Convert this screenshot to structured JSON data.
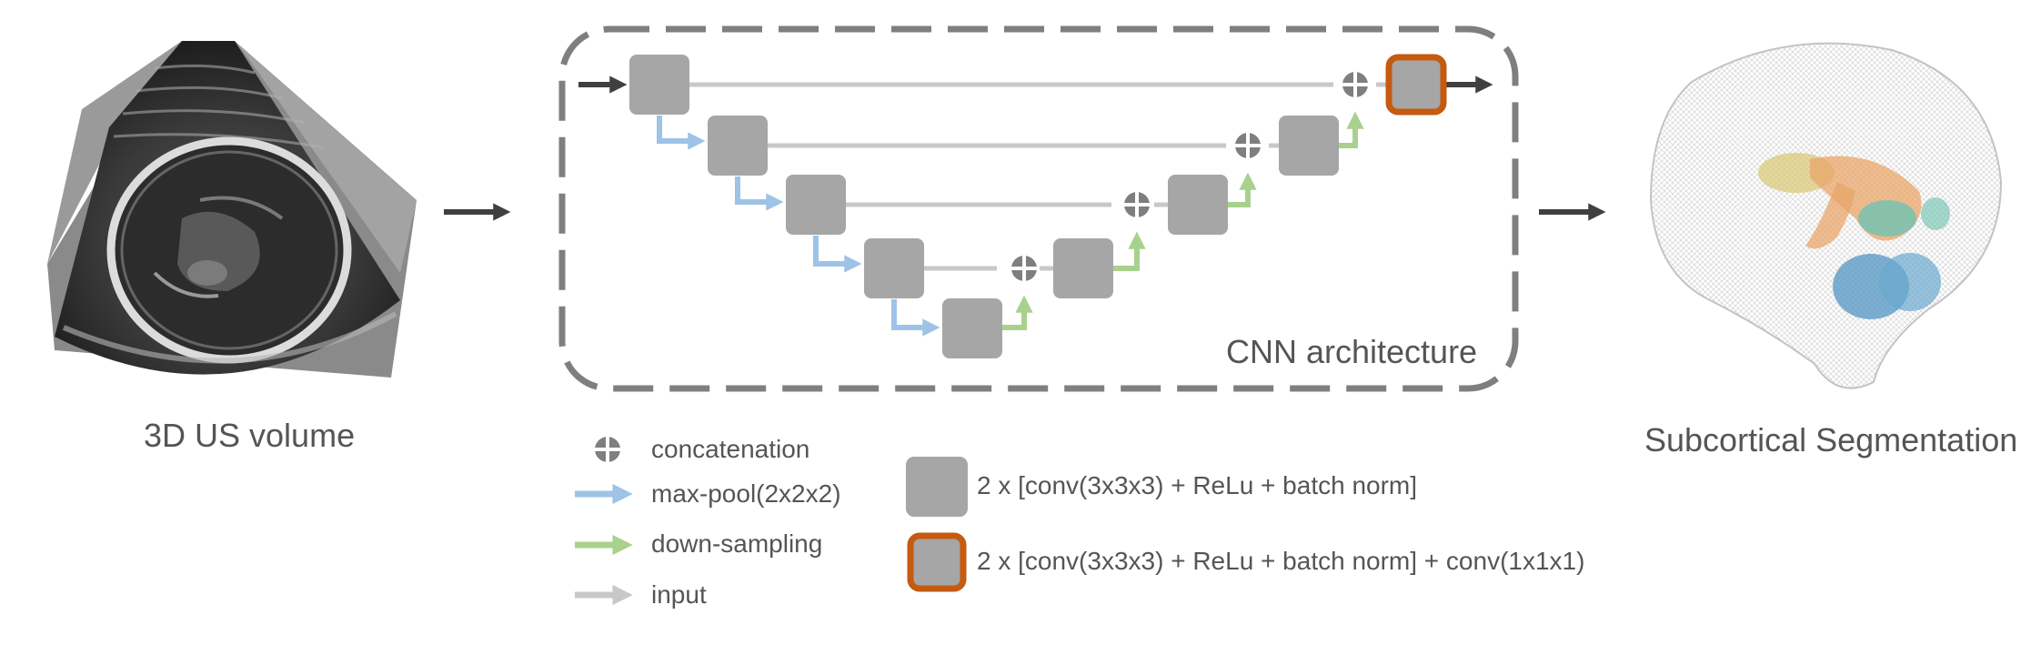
{
  "captions": {
    "input": "3D US volume",
    "architecture": "CNN architecture",
    "output": "Subcortical Segmentation"
  },
  "legend": {
    "concatenation": "concatenation",
    "maxpool": "max-pool(2x2x2)",
    "downsampling": "down-sampling",
    "input": "input",
    "block": "2 x [conv(3x3x3)  + ReLu + batch norm]",
    "final_block": "2 x [conv(3x3x3)  + ReLu + batch norm] + conv(1x1x1)"
  },
  "colors": {
    "block_fill": "#a6a6a6",
    "block_border_final": "#c55a11",
    "maxpool_arrow": "#9dc3e6",
    "downsampling_arrow": "#a9d18e",
    "input_arrow": "#c8c8c8",
    "dark_arrow": "#404040",
    "frame": "#7f7f7f"
  }
}
